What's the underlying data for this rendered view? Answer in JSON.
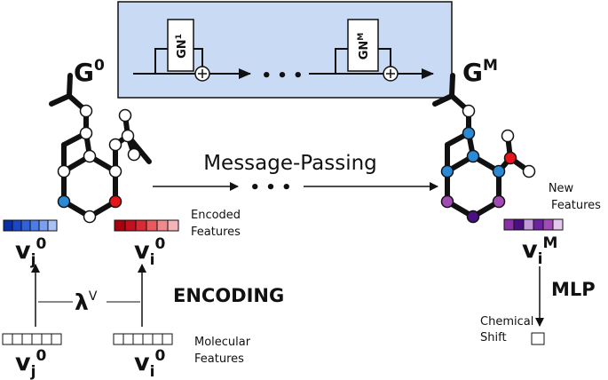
{
  "graph_network": {
    "input_graph": {
      "main": "G",
      "sup": "0"
    },
    "output_graph": {
      "main": "G",
      "sup": "M"
    },
    "block_first": {
      "main": "GN",
      "sup": "1"
    },
    "block_last": {
      "main": "GN",
      "sup": "M"
    },
    "ellipsis": "• • •"
  },
  "message_passing": {
    "label": "Message-Passing",
    "ellipsis": "• • •"
  },
  "encoded": {
    "features_line1": "Encoded",
    "features_line2": "Features",
    "vj": {
      "main": "v",
      "sub": "j",
      "sup": "0"
    },
    "vi": {
      "main": "v",
      "sub": "i",
      "sup": "0"
    }
  },
  "new": {
    "features_line1": "New",
    "features_line2": "Features",
    "vi": {
      "main": "v",
      "sub": "i",
      "sup": "M"
    }
  },
  "encoding": {
    "lambda": "λ",
    "lambda_sup": "V",
    "label": "ENCODING"
  },
  "molecular": {
    "features_line1": "Molecular",
    "features_line2": "Features",
    "vj": {
      "main": "v",
      "sub": "j",
      "sup": "0"
    },
    "vi": {
      "main": "v",
      "sub": "i",
      "sup": "0"
    }
  },
  "readout": {
    "label": "MLP",
    "shift_line1": "Chemical",
    "shift_line2": "Shift"
  },
  "colors": {
    "panel_fill": "#c9daf5",
    "blue": "#2b8ad6",
    "red": "#e8141b",
    "purple": "#a24bb4",
    "dark_purple": "#4a0f80",
    "ink": "#111111"
  }
}
